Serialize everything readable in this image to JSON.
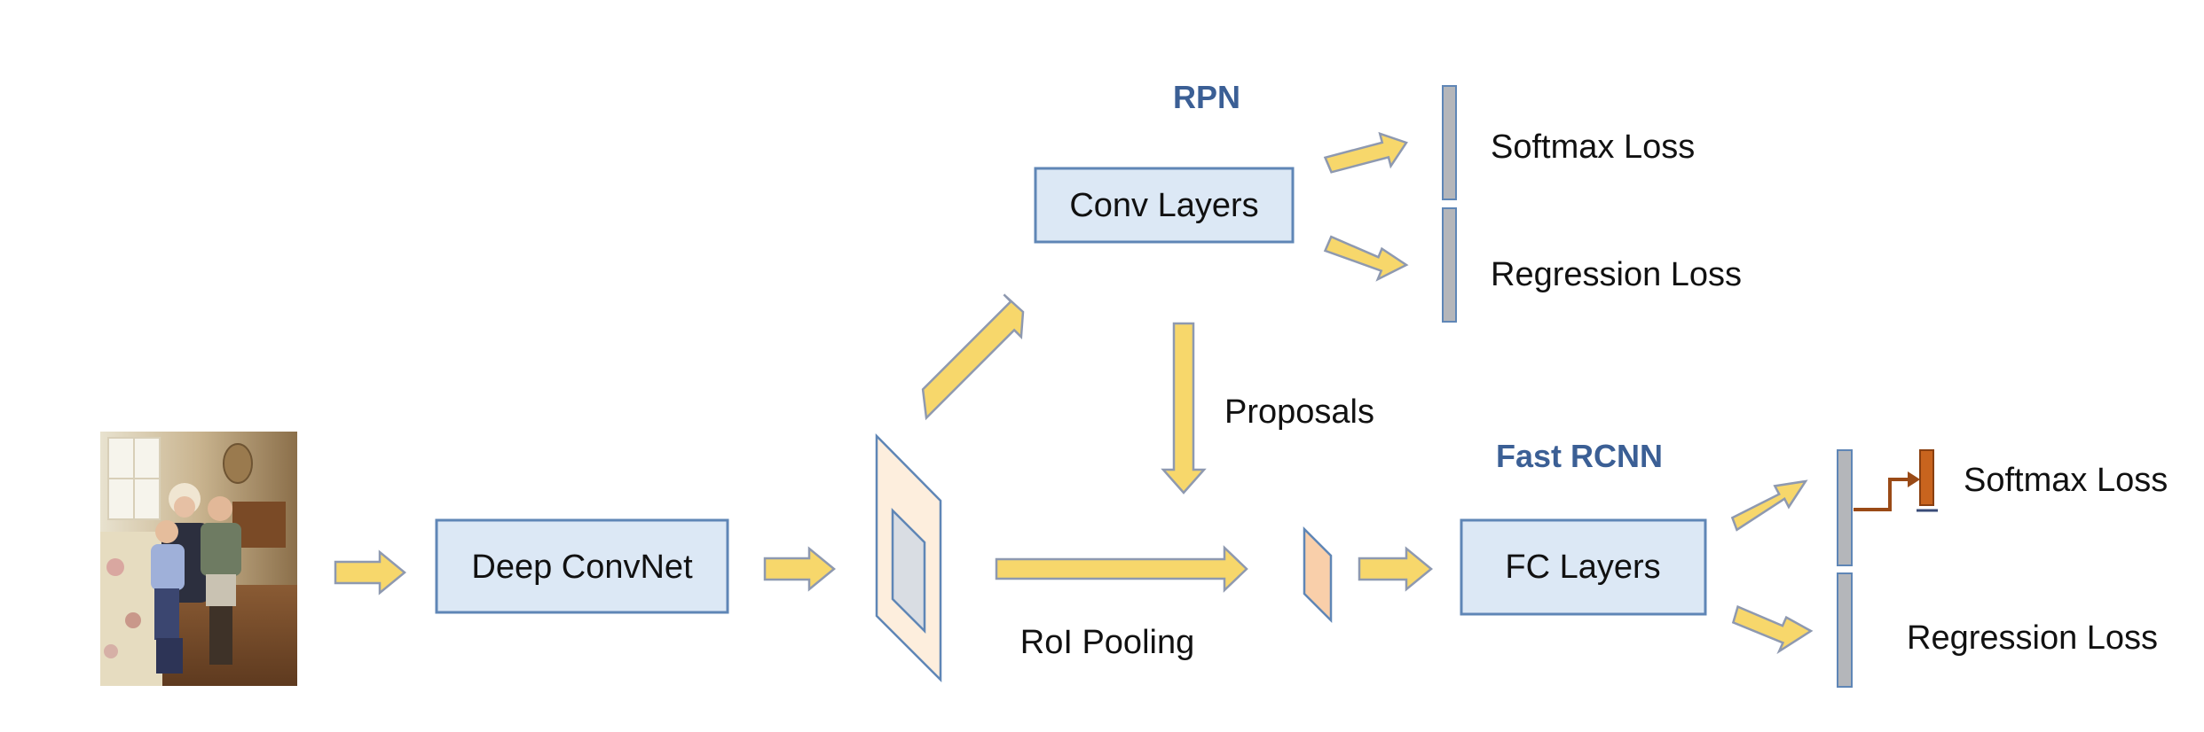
{
  "diagram": {
    "rpn": {
      "title": "RPN",
      "conv_layers": "Conv Layers",
      "softmax_loss": "Softmax Loss",
      "regression_loss": "Regression Loss"
    },
    "backbone": {
      "deep_convnet": "Deep ConvNet"
    },
    "proposals": "Proposals",
    "roi_pooling": "RoI Pooling",
    "fast_rcnn": {
      "title": "Fast RCNN",
      "fc_layers": "FC Layers",
      "softmax_loss": "Softmax Loss",
      "regression_loss": "Regression Loss"
    }
  },
  "colors": {
    "box_fill": "#dce8f5",
    "box_stroke": "#5f86b6",
    "arrow_fill": "#f7d76b",
    "heading_text": "#3b5f95",
    "feature_map_fill": "#fdeedd",
    "roi_feature_fill": "#f9cfaa",
    "output_bar_fill": "#b4b6ba",
    "highlight_bar_fill": "#c8641e"
  },
  "icons": {
    "input_photo": "family-photo-icon",
    "arrow": "block-arrow-icon"
  }
}
